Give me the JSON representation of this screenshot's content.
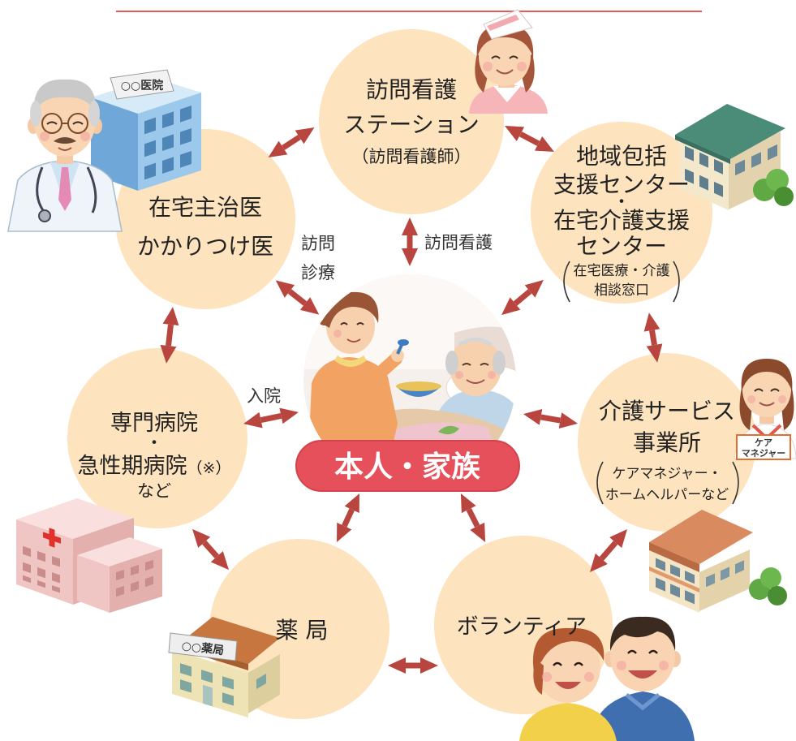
{
  "diagram": {
    "center": {
      "label": "本人・家族"
    },
    "nodes": {
      "nursing_station": {
        "lines": [
          "訪問看護",
          "ステーション",
          "（訪問看護師）"
        ]
      },
      "home_doctor": {
        "lines": [
          "在宅主治医",
          "かかりつけ医"
        ]
      },
      "regional_center": {
        "lines": [
          "地域包括",
          "支援センター",
          "・",
          "在宅介護支援",
          "センター"
        ],
        "note": [
          "在宅医療・介護",
          "相談窓口"
        ]
      },
      "hospital": {
        "lines": [
          "専門病院",
          "・",
          "急性期病院",
          "（※）",
          "など"
        ]
      },
      "care_service": {
        "lines": [
          "介護サービス",
          "事業所"
        ],
        "note": [
          "ケアマネジャー・",
          "ホームヘルパーなど"
        ]
      },
      "pharmacy": {
        "lines": [
          "薬 局"
        ]
      },
      "volunteer": {
        "lines": [
          "ボランティア"
        ]
      }
    },
    "edge_labels": {
      "nursing_visit": "訪問看護",
      "home_visit_care": [
        "訪問",
        "診療"
      ],
      "admission": "入院"
    },
    "signs": {
      "clinic": "○○医院",
      "pharmacy": "○○薬局",
      "care_manager_badge": [
        "ケア",
        "マネジャー"
      ]
    }
  },
  "colors": {
    "node_fill": "#FDE3BE",
    "arrow": "#B9453F",
    "center_pill": "#E5505A",
    "header_rule": "#E35A5A",
    "text": "#222222"
  }
}
